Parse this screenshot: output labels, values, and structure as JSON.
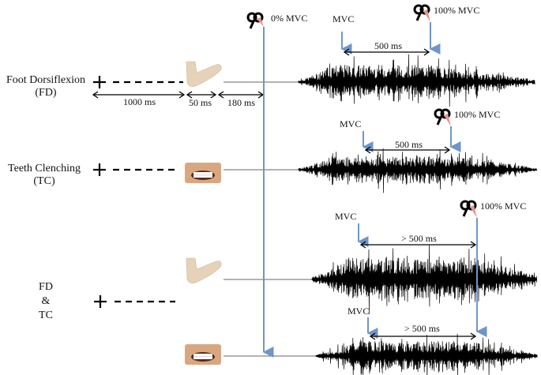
{
  "colors": {
    "arrow_blue": "#6f95c9",
    "signal": "#111111",
    "skin": "#e6d2b8",
    "cue_pink": "#e8948c"
  },
  "conditions": [
    {
      "id": "fd",
      "label_line1": "Foot Dorsiflexion",
      "label_line2": "(FD)",
      "icon": "foot-icon"
    },
    {
      "id": "tc",
      "label_line1": "Teeth Clenching",
      "label_line2": "(TC)",
      "icon": "teeth-icon"
    },
    {
      "id": "fdtc",
      "label_line1": "FD",
      "label_line2": "&",
      "label_line3": "TC",
      "icons": [
        "foot-icon",
        "teeth-icon"
      ]
    }
  ],
  "timing": {
    "fixation": "1000 ms",
    "cue": "50 ms",
    "delay": "180 ms"
  },
  "markers": {
    "zero_mvc": "0% MVC",
    "mvc": "MVC",
    "full_mvc": "100% MVC",
    "fd_interval": "500 ms",
    "tc_interval": "500 ms",
    "fdtc_fd_interval": "> 500 ms",
    "fdtc_tc_interval": "> 500 ms"
  }
}
